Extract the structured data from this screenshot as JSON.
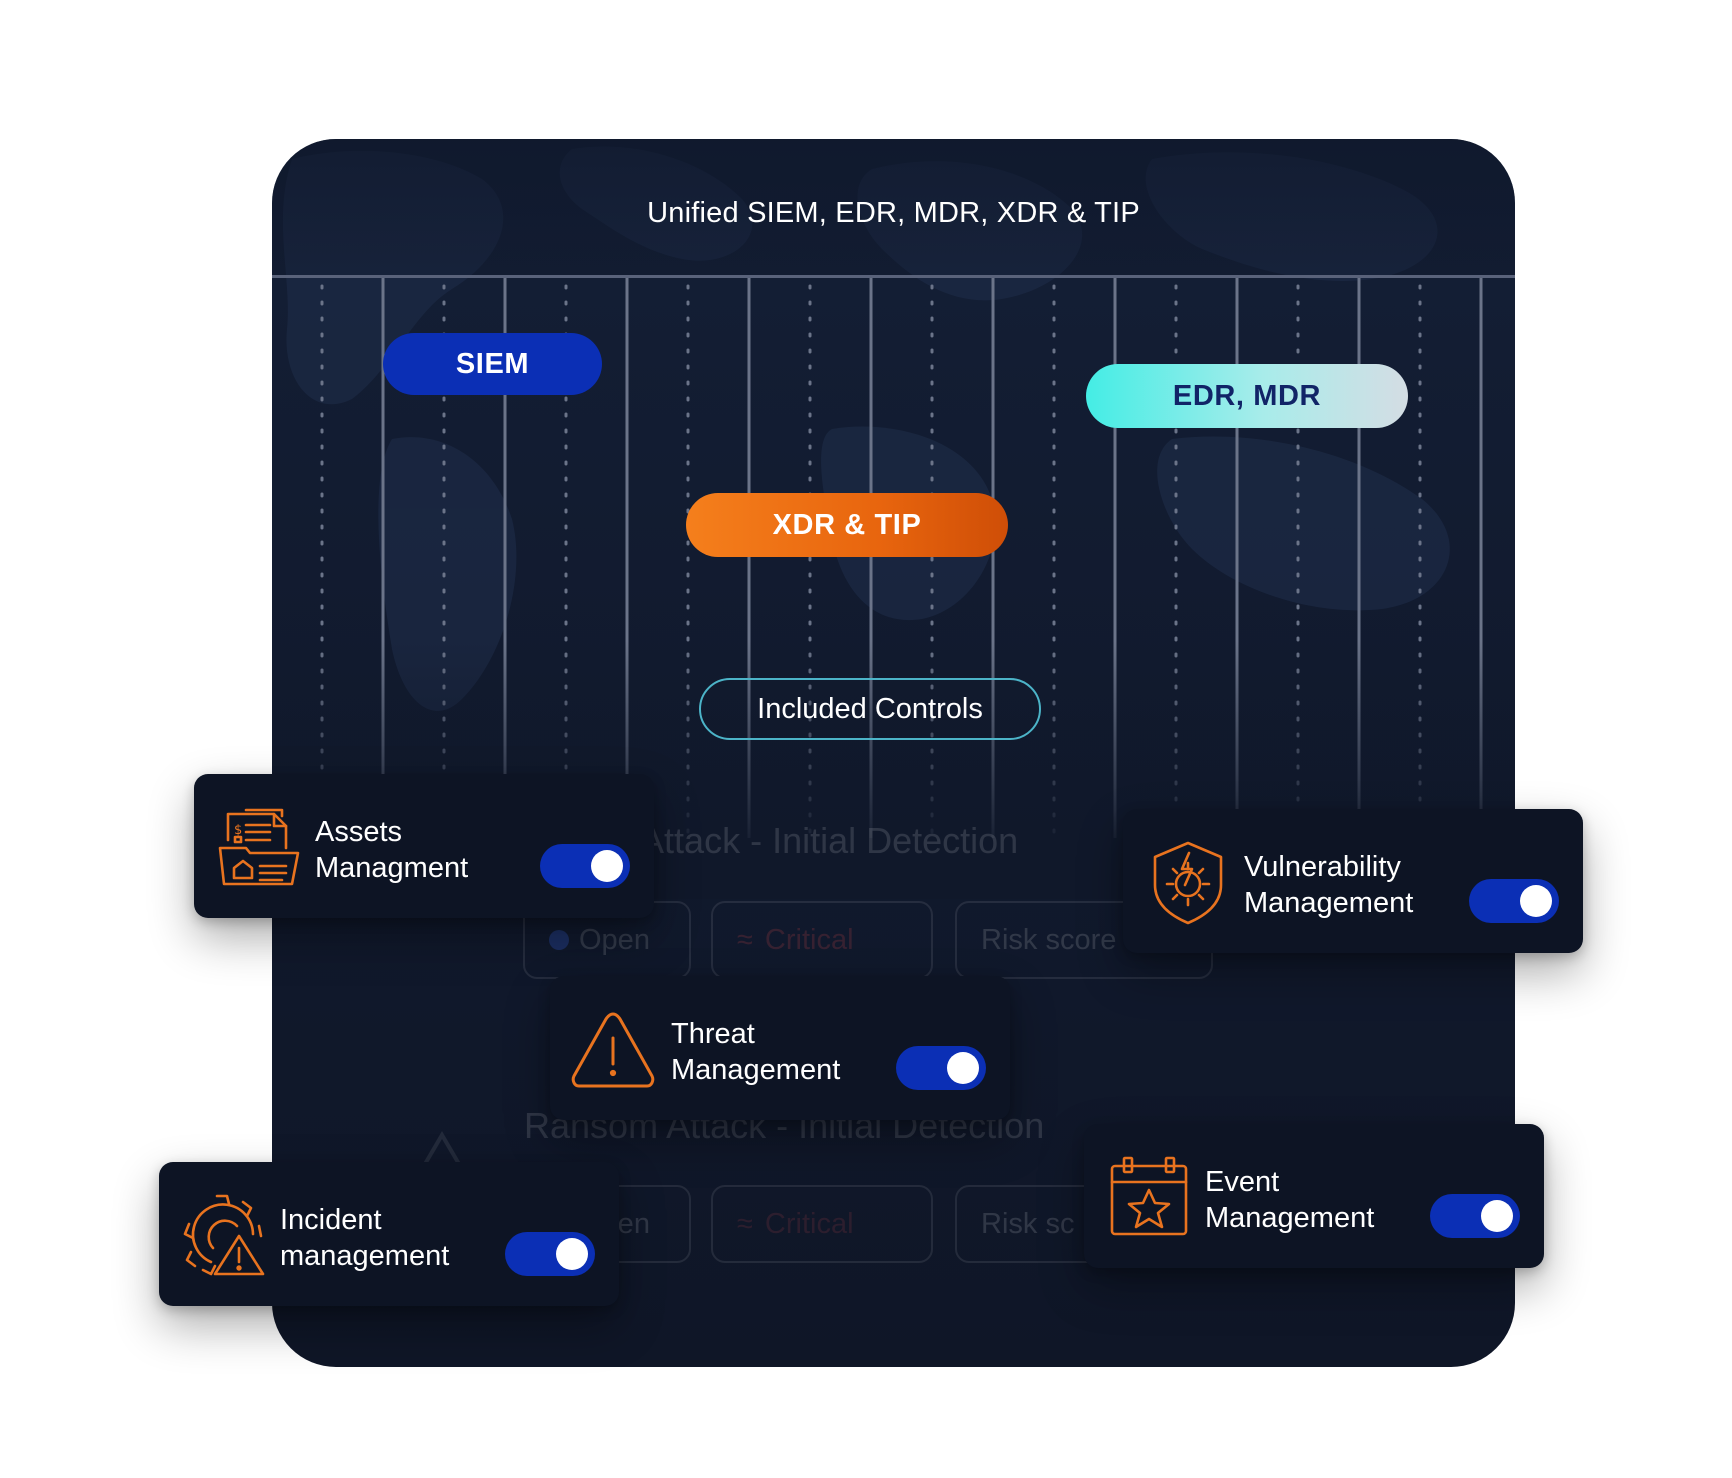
{
  "panel": {
    "title": "Unified SIEM, EDR, MDR, XDR & TIP"
  },
  "pills": {
    "siem": "SIEM",
    "edr_mdr": "EDR, MDR",
    "xdr_tip": "XDR & TIP"
  },
  "included_controls": "Included Controls",
  "background_alerts": [
    {
      "title": "n Attack - Initial Detection",
      "chips": [
        "Open",
        "Critical",
        "Risk score"
      ]
    },
    {
      "title": "Ransom Attack - Initial Detection",
      "chips": [
        "Open",
        "Critical",
        "Risk sc"
      ]
    }
  ],
  "cards": {
    "assets": {
      "line1": "Assets",
      "line2": "Managment",
      "icon": "assets-folder-icon",
      "enabled": true
    },
    "vulnerability": {
      "line1": "Vulnerability",
      "line2": "Management",
      "icon": "shield-gear-icon",
      "enabled": true
    },
    "threat": {
      "line1": "Threat",
      "line2": "Management",
      "icon": "warning-triangle-icon",
      "enabled": true
    },
    "incident": {
      "line1": "Incident",
      "line2": "management",
      "icon": "gear-warning-icon",
      "enabled": true
    },
    "event": {
      "line1": "Event",
      "line2": "Management",
      "icon": "calendar-star-icon",
      "enabled": true
    }
  },
  "colors": {
    "panel_bg": "#121b30",
    "toggle_on": "#0b2fb5",
    "icon_orange": "#e8731f",
    "siem_pill": "#0b2fb5",
    "edr_pill": "#44ede5",
    "xdr_pill": "#f57f1c",
    "included_border": "#4cb4c8"
  }
}
